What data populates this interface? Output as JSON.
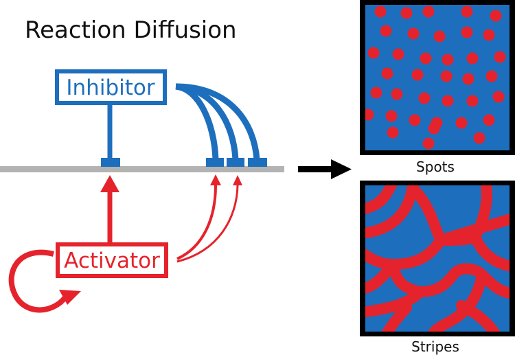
{
  "title": "Reaction Diffusion",
  "nodes": {
    "inhibitor": {
      "label": "Inhibitor",
      "color": "#1d6fbd"
    },
    "activator": {
      "label": "Activator",
      "color": "#e5232c"
    }
  },
  "membrane_color": "#b3b3b3",
  "patterns": [
    {
      "caption": "Spots",
      "background": "#1d6fbd",
      "mark_color": "#e5232c",
      "border_color": "#000000",
      "style": "spots"
    },
    {
      "caption": "Stripes",
      "background": "#1d6fbd",
      "mark_color": "#e5232c",
      "border_color": "#000000",
      "style": "stripes"
    }
  ]
}
